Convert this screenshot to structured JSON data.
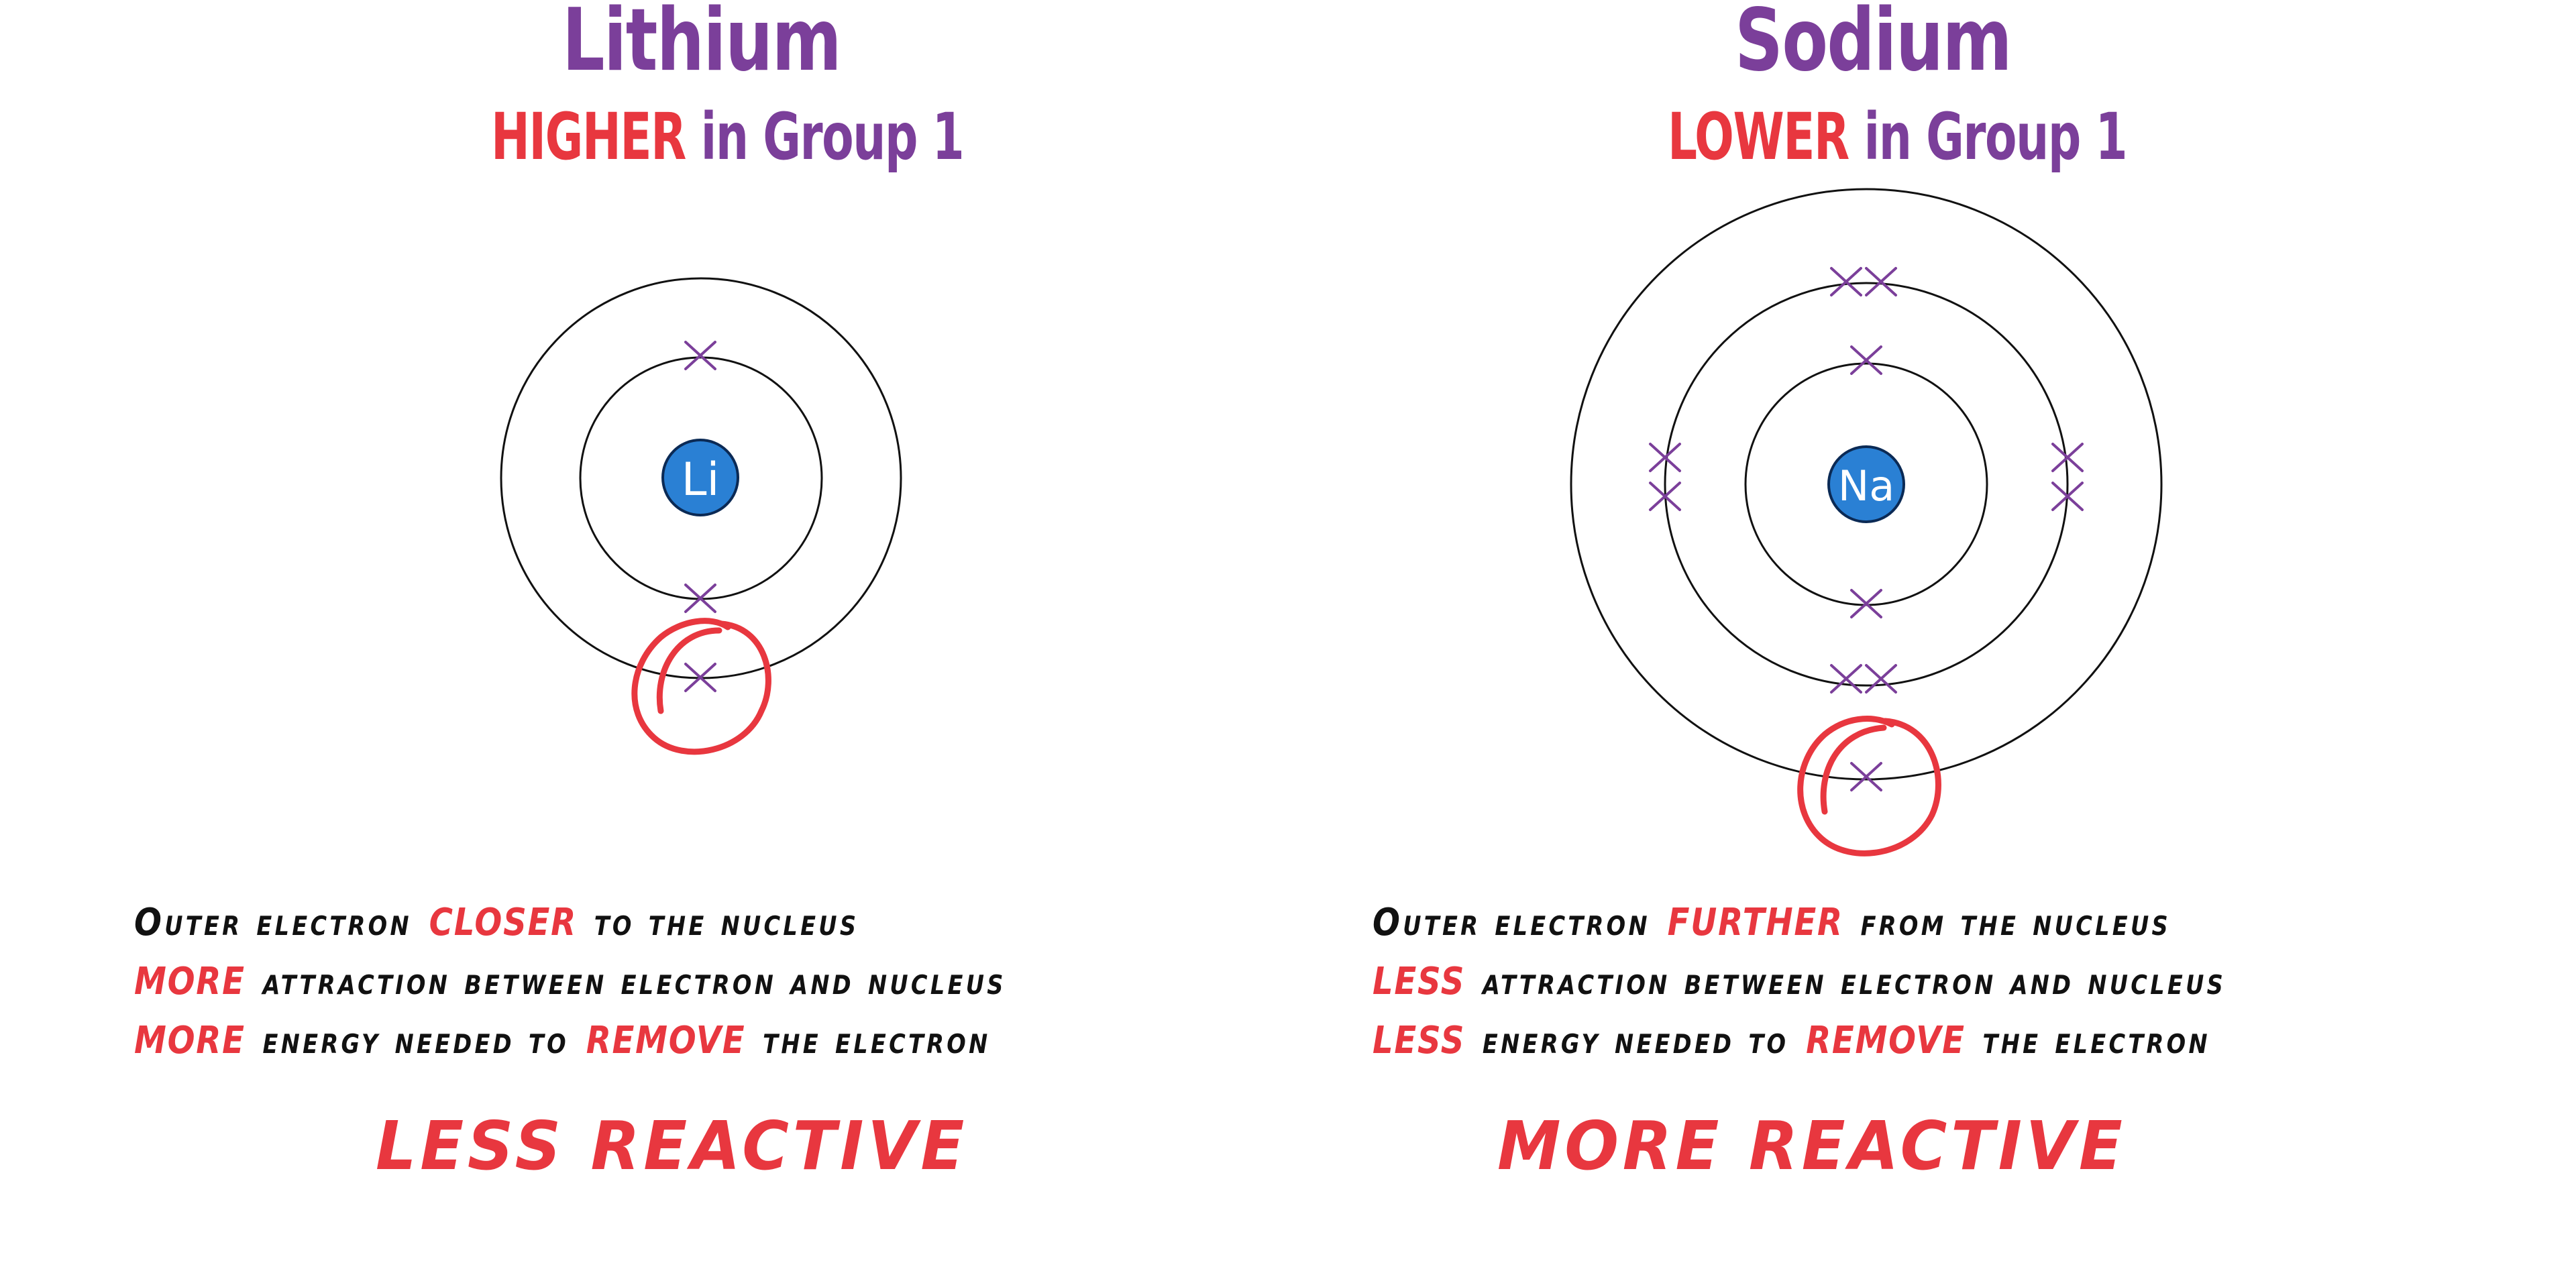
{
  "colors": {
    "title": "#7b3f9a",
    "highlight": "#e8373f",
    "electron": "#7b3f9a",
    "nucleus_fill": "#2a80d4",
    "orbit": "#111111",
    "text": "#111111"
  },
  "lithium": {
    "title": "Lithium",
    "subtitle_highlight": "HIGHER",
    "subtitle_rest": "in Group 1",
    "nucleus_symbol": "Li",
    "shells": [
      2,
      1
    ],
    "facts": [
      {
        "hl1": "",
        "t1": "Outer electron",
        "hl2": "CLOSER",
        "t2": "to the nucleus"
      },
      {
        "hl1": "MORE",
        "t1": "attraction between electron and nucleus",
        "hl2": "",
        "t2": ""
      },
      {
        "hl1": "MORE",
        "t1": "energy needed to",
        "hl2": "REMOVE",
        "t2": "the electron"
      }
    ],
    "verdict": "LESS REACTIVE"
  },
  "sodium": {
    "title": "Sodium",
    "subtitle_highlight": "LOWER",
    "subtitle_rest": "in Group 1",
    "nucleus_symbol": "Na",
    "shells": [
      2,
      8,
      1
    ],
    "facts": [
      {
        "hl1": "",
        "t1": "Outer electron",
        "hl2": "FURTHER",
        "t2": "from the nucleus"
      },
      {
        "hl1": "LESS",
        "t1": "attraction between electron and nucleus",
        "hl2": "",
        "t2": ""
      },
      {
        "hl1": "LESS",
        "t1": "energy needed to",
        "hl2": "REMOVE",
        "t2": "the electron"
      }
    ],
    "verdict": "MORE REACTIVE"
  }
}
